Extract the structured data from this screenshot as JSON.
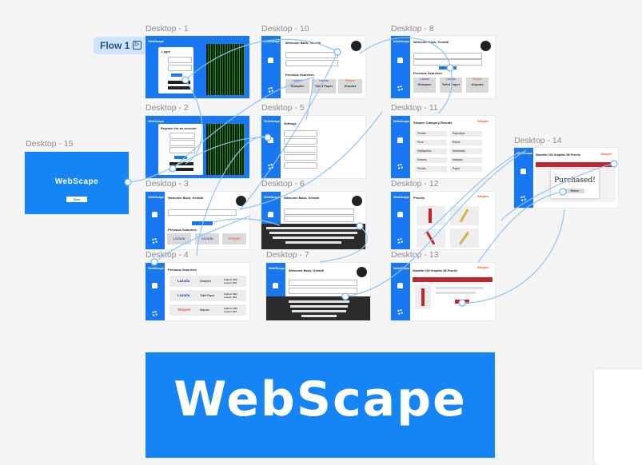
{
  "flow": {
    "label": "Flow 1",
    "icon": "play-flow-icon"
  },
  "frames": {
    "d1": {
      "label": "Desktop - 1",
      "brand": "WebScape",
      "login_title": "Login"
    },
    "d2": {
      "label": "Desktop - 2",
      "brand": "WebScape",
      "register_title": "Register for an account"
    },
    "d3": {
      "label": "Desktop - 3",
      "brand": "WebScape",
      "welcome": "Welcome Back, Gerald!",
      "previous": "Previous Searches",
      "lazada": "Lazada",
      "shopee": "Shopee"
    },
    "d4": {
      "label": "Desktop - 4",
      "brand": "WebScape",
      "previous": "Previous Searches",
      "rows": [
        {
          "store": "Lazada",
          "item": "Sharpiee",
          "price": "Highest: $20 Lowest: $15"
        },
        {
          "store": "Lazada",
          "item": "Toilet Paper",
          "price": "Highest: $20 Lowest: $15"
        },
        {
          "store": "Shopee",
          "item": "Airpods",
          "price": "Highest: $20 Lowest: $15"
        }
      ]
    },
    "d5": {
      "label": "Desktop - 5",
      "brand": "WebScape",
      "settings": "Settings"
    },
    "d6": {
      "label": "Desktop - 6",
      "brand": "WebScape",
      "welcome": "Welcome Back, Gerald!"
    },
    "d7": {
      "label": "Desktop - 7",
      "brand": "WebScape",
      "welcome": "Welcome Back, Gerald!"
    },
    "d8": {
      "label": "Desktop - 8",
      "brand": "WebScape",
      "welcome": "Welcome Back, Gerald!",
      "previous": "Previous Searches",
      "cards": [
        {
          "store": "Lazada",
          "item": "Sharpiee"
        },
        {
          "store": "Lazada",
          "item": "Toilet Paper"
        },
        {
          "store": "Shopee",
          "item": "Airpods"
        }
      ]
    },
    "d10": {
      "label": "Desktop - 10",
      "brand": "WebScape",
      "welcome": "Welcome Back, Gerald!",
      "previous": "Previous Searches",
      "cards": [
        {
          "store": "Lazada",
          "item": "Sharpiee"
        },
        {
          "store": "Lazada",
          "item": "Toilet Paper"
        },
        {
          "store": "Shopee",
          "item": "Airpods"
        }
      ]
    },
    "d11": {
      "label": "Desktop - 11",
      "brand": "WebScape",
      "title": "Shopee Category Results",
      "store": "Shopee",
      "items": [
        "Pencils",
        "Paperclips",
        "Pens",
        "Rulers",
        "Highlighters",
        "Notebooks",
        "Erasers",
        "Notepad",
        "Pencils",
        "Paper"
      ]
    },
    "d12": {
      "label": "Desktop - 12",
      "brand": "WebScape",
      "title": "Pencils",
      "store": "Shopee"
    },
    "d13": {
      "label": "Desktop - 13",
      "brand": "WebScape",
      "title": "Staedtler 100 Graphite 2B Pencils",
      "store": "Shopee"
    },
    "d14": {
      "label": "Desktop - 14",
      "brand": "WebScape",
      "title": "Staedtler 100 Graphite 2B Pencils",
      "store": "Shopee",
      "purchased": "Purchased!",
      "return_label": "Return"
    },
    "d15": {
      "label": "Desktop - 15",
      "logo": "WebScape",
      "start_label": "Start"
    }
  },
  "big_logo": {
    "text": "WebScape"
  }
}
